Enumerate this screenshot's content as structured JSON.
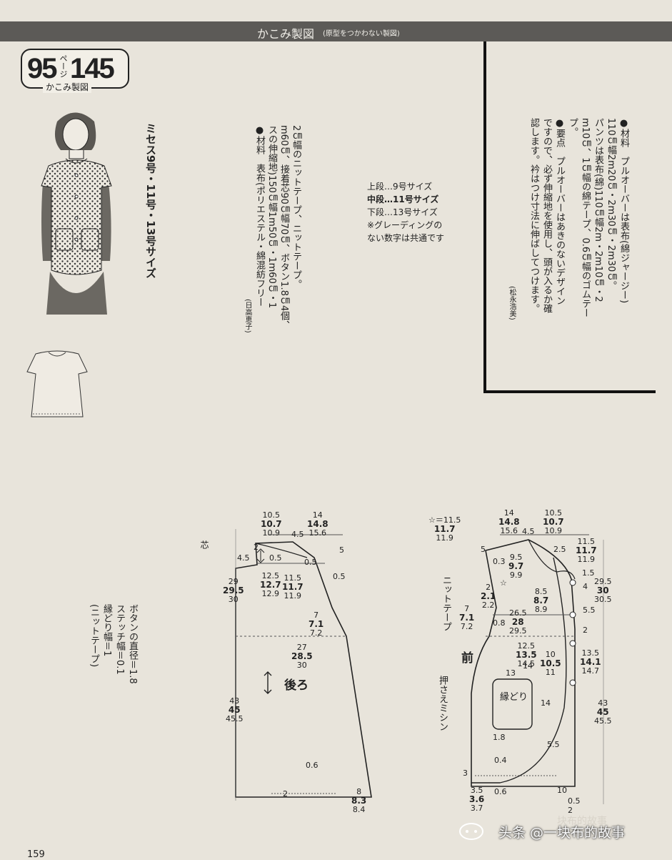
{
  "header": {
    "title": "かこみ製図",
    "subtitle": "(原型をつかわない製図)"
  },
  "badge": {
    "page": "95",
    "unit": "ページ",
    "number": "145",
    "label": "かこみ製図"
  },
  "sizes_caption": "ミセス9号・11号・13号サイズ",
  "materials_left": [
    "●材料　表布(ポリエステル・綿混紡フリー",
    "スの伸縮地)150㎝幅1m50㎝・1m60㎝・1",
    "m60㎝、接着芯90㎝幅70㎝、ボタン1.8㎝4個、",
    "2㎝幅のニットテープ、ニットテープ。"
  ],
  "author_left": "(日高恵子)",
  "grade_legend": {
    "upper": "上段…9号サイズ",
    "middle": "中段…11号サイズ",
    "lower": "下段…13号サイズ",
    "note1": "※グレーディングの",
    "note2": "ない数字は共通です"
  },
  "info_box": {
    "lines": [
      "●材料　プルオーバーは表布(綿ジャージー)",
      "110㎝幅2m20㎝・2m30㎝・2m30㎝。",
      "パンツは表布(綿)110㎝幅2m・2m10㎝・2",
      "m10㎝、1㎝幅の綿テープ、0.6㎝幅のゴムテー",
      "プ。",
      "●要点　プルオーバーはあきのないデザイン",
      "ですので、必ず伸縮地を使用し、頭が入るか確",
      "認します。衿はつけ寸法に伸ばしてつけます。"
    ],
    "author": "(松永浩美)"
  },
  "notes": {
    "button": "ボタンの直径＝1.8",
    "stitch": "ステッチ幅＝0.1",
    "binding": "縁どり幅＝1",
    "binding_note": "(ニットテープ)"
  },
  "back_pattern": {
    "label": "後ろ",
    "shin": "芯",
    "top_left": [
      "10.5",
      "10.7",
      "10.9"
    ],
    "top_right": [
      "14",
      "14.8",
      "15.6"
    ],
    "left_height": [
      "29",
      "29.5",
      "30"
    ],
    "shoulder_left": [
      "12.5",
      "12.7",
      "12.9"
    ],
    "shoulder_mid": [
      "11.5",
      "11.7",
      "11.9"
    ],
    "armhole": [
      "7",
      "7.1",
      "7.2"
    ],
    "hip": [
      "27",
      "28.5",
      "30"
    ],
    "length": [
      "43",
      "45",
      "45.5"
    ],
    "hem": [
      "8",
      "8.3",
      "8.4"
    ],
    "misc": [
      "2",
      "4.5",
      "4.5",
      "0.5",
      "0.5",
      "0.5",
      "5",
      "0.6",
      "2"
    ]
  },
  "front_pattern": {
    "label": "前",
    "pocket_label": "縁どり",
    "knit_tape": "ニットテープ",
    "press_stitch": "押さえミシン",
    "star_top": [
      "☆＝11.5",
      "11.7",
      "11.9"
    ],
    "top_left": [
      "14",
      "14.8",
      "15.6"
    ],
    "top_right": [
      "10.5",
      "10.7",
      "10.9"
    ],
    "right_upper": [
      "11.5",
      "11.7",
      "11.9"
    ],
    "right_height": [
      "29.5",
      "30",
      "30.5"
    ],
    "collar": [
      "9.5",
      "9.7",
      "9.9"
    ],
    "left_small": [
      "2",
      "2.1",
      "2.2"
    ],
    "neck": [
      "8.5",
      "8.7",
      "8.9"
    ],
    "armhole": [
      "7",
      "7.1",
      "7.2"
    ],
    "chest": [
      "26.5",
      "28",
      "29.5"
    ],
    "pocket_pos": [
      "12.5",
      "13.5",
      "14.5"
    ],
    "pocket_h": [
      "10",
      "10.5",
      "11"
    ],
    "side_mid": [
      "13.5",
      "14.1",
      "14.7"
    ],
    "length": [
      "43",
      "45",
      "45.5"
    ],
    "hem_left": [
      "3.5",
      "3.6",
      "3.7"
    ],
    "misc": [
      "4.5",
      "5",
      "0.3",
      "☆",
      "2.5",
      "1.5",
      "4",
      "5.5",
      "2",
      "0.8",
      "13",
      "14",
      "14",
      "1.8",
      "5.5",
      "0.4",
      "3",
      "0.6",
      "10",
      "0.5",
      "2"
    ]
  },
  "page_number": "159",
  "watermark": "头条 @一块布的故事",
  "watermark_faint": "块布的故事"
}
